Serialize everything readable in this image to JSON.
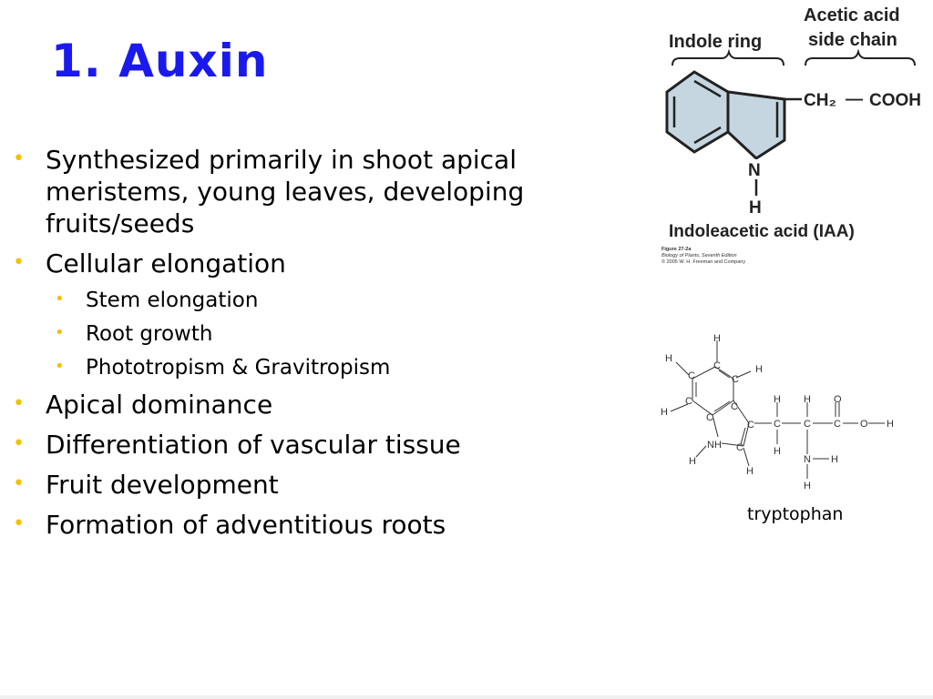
{
  "slide": {
    "title": "1. Auxin",
    "bullets": [
      {
        "level": 1,
        "text": "Synthesized primarily in shoot apical meristems, young leaves, developing fruits/seeds"
      },
      {
        "level": 1,
        "text": "Cellular elongation"
      },
      {
        "level": 2,
        "text": "Stem elongation"
      },
      {
        "level": 2,
        "text": "Root growth"
      },
      {
        "level": 2,
        "text": "Phototropism & Gravitropism"
      },
      {
        "level": 1,
        "text": "Apical dominance"
      },
      {
        "level": 1,
        "text": "Differentiation of vascular tissue"
      },
      {
        "level": 1,
        "text": "Fruit development"
      },
      {
        "level": 1,
        "text": "Formation of adventitious roots"
      }
    ],
    "bullet_char": "•",
    "bullet_color": "#f2c100",
    "title_color": "#1a1aee"
  },
  "iaa_figure": {
    "label_indole_ring": "Indole ring",
    "label_acetic_line1": "Acetic acid",
    "label_acetic_line2": "side chain",
    "ch2": "CH₂",
    "dash": "—",
    "cooh": "COOH",
    "n": "N",
    "h": "H",
    "caption": "Indoleacetic acid (IAA)",
    "credit_line1": "Figure 27-2a",
    "credit_line2": "Biology of Plants, Seventh Edition",
    "credit_line3": "© 2005 W. H. Freeman and Company",
    "ring_fill": "#c5d6e0"
  },
  "tryptophan_figure": {
    "caption": "tryptophan",
    "atom_c": "C",
    "atom_h": "H",
    "atom_o": "O",
    "atom_n": "N",
    "atom_nh": "NH"
  }
}
